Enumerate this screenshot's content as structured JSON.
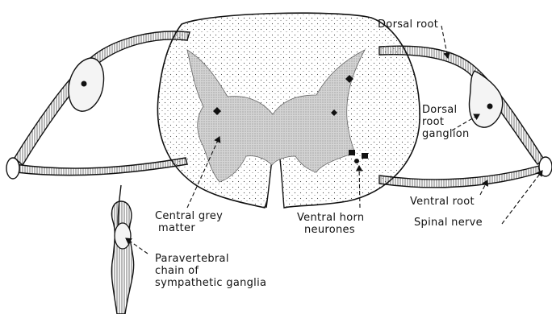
{
  "labels": {
    "dorsal_root": "Dorsal root",
    "dorsal_root_ganglion": [
      "Dorsal",
      "root",
      "ganglion"
    ],
    "ventral_root": "Ventral root",
    "spinal_nerve": "Spinal nerve",
    "central_grey_matter": [
      "Central grey",
      "matter"
    ],
    "ventral_horn_neurones": [
      "Ventral horn",
      "neurones"
    ],
    "paravertebral_chain": [
      "Paravertebral",
      "chain of",
      "sympathetic ganglia"
    ]
  }
}
